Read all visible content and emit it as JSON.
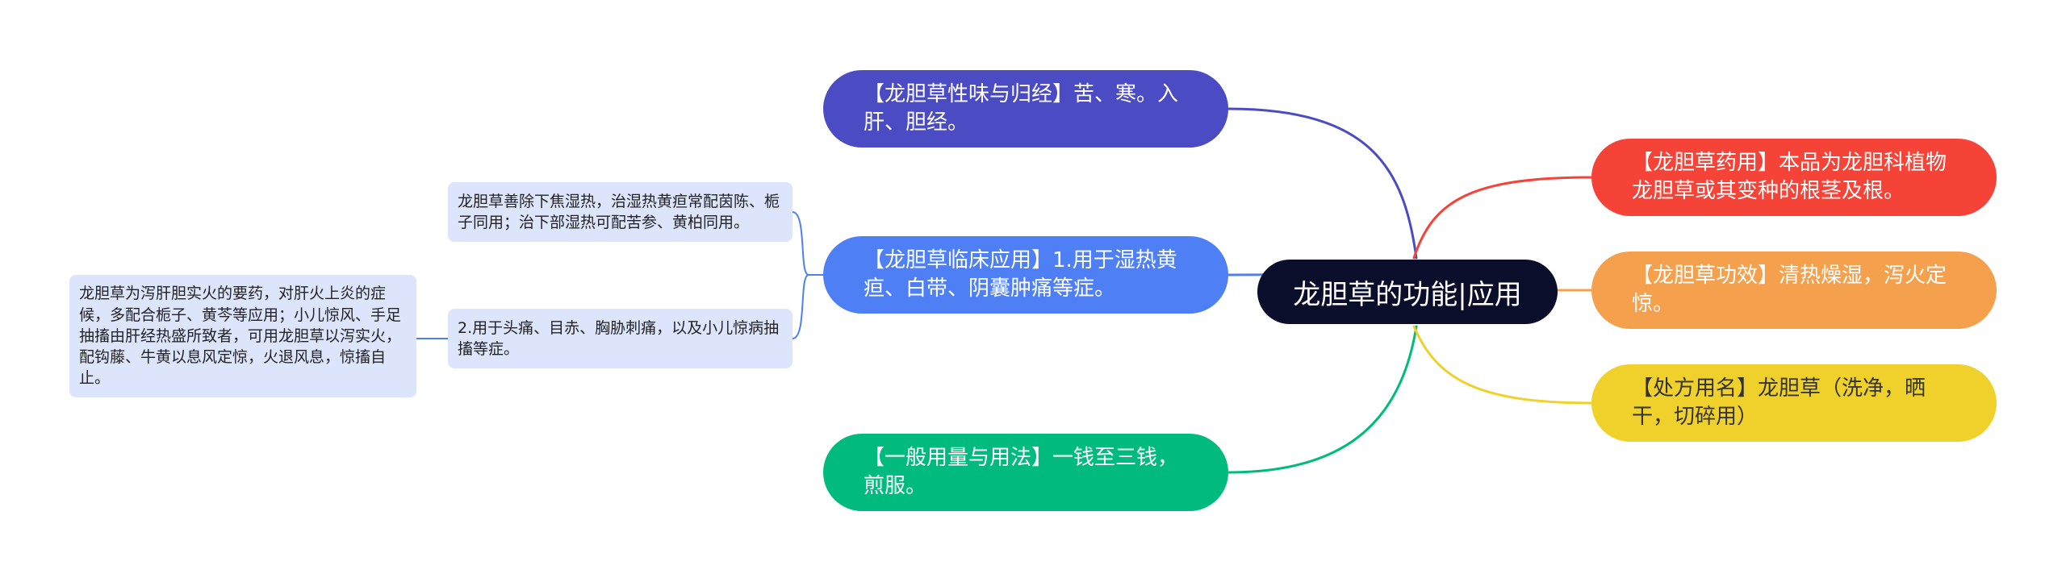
{
  "colors": {
    "root": "#0b0e2a",
    "purple": "#4b4bc3",
    "blue": "#4f7ff4",
    "green": "#00bb7d",
    "red": "#f54337",
    "orange": "#f5a04c",
    "yellow": "#f0d12b",
    "leaf": "#dde5fc",
    "leaf_line": "#4f7ff4"
  },
  "root": {
    "text": "龙胆草的功能|应用"
  },
  "left": [
    {
      "id": "xingwei",
      "text": "【龙胆草性味与归经】苦、寒。入肝、胆经。",
      "color": "purple"
    },
    {
      "id": "linchuang",
      "text": "【龙胆草临床应用】1.用于湿热黄疸、白带、阴囊肿痛等症。",
      "color": "blue",
      "children": [
        {
          "id": "c1",
          "text": "龙胆草善除下焦湿热，治湿热黄疸常配茵陈、栀子同用；治下部湿热可配苦参、黄柏同用。"
        },
        {
          "id": "c2",
          "text": "2.用于头痛、目赤、胸胁刺痛，以及小儿惊病抽搐等症。",
          "children": [
            {
              "id": "g1",
              "text": "龙胆草为泻肝胆实火的要药，对肝火上炎的症候，多配合栀子、黄芩等应用；小儿惊风、手足抽搐由肝经热盛所致者，可用龙胆草以泻实火，配钩藤、牛黄以息风定惊，火退风息，惊搐自止。"
            }
          ]
        }
      ]
    },
    {
      "id": "yongliang",
      "text": "【一般用量与用法】一钱至三钱，煎服。",
      "color": "green"
    }
  ],
  "right": [
    {
      "id": "yaoyong",
      "text": "【龙胆草药用】本品为龙胆科植物龙胆草或其变种的根茎及根。",
      "color": "red"
    },
    {
      "id": "gongxiao",
      "text": "【龙胆草功效】清热燥湿，泻火定惊。",
      "color": "orange"
    },
    {
      "id": "chufang",
      "text": "【处方用名】龙胆草（洗净，晒干，切碎用）",
      "color": "yellow"
    }
  ]
}
